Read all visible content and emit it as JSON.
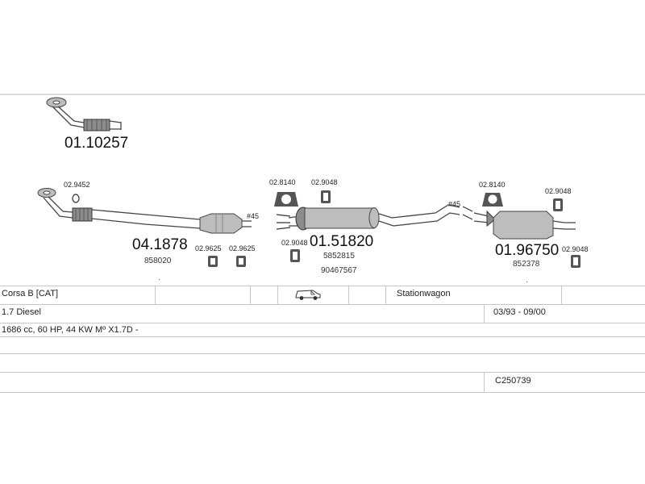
{
  "parts": [
    {
      "id": "p1",
      "number": "01.10257"
    },
    {
      "id": "p2",
      "number": "04.1878",
      "ref": "858020"
    },
    {
      "id": "p3",
      "number": "01.51820",
      "refs": [
        "5852815",
        "90467567"
      ]
    },
    {
      "id": "p4",
      "number": "01.96750",
      "ref": "852378"
    }
  ],
  "small_parts": {
    "gasket_front": "02.9452",
    "clamp_a": "02.9625",
    "clamp_b": "02.9625",
    "hanger_mid_left": "02.8140",
    "hanger_mid_right": "02.9048",
    "hanger_mid_low": "02.9048",
    "hanger_rear_left": "02.8140",
    "hanger_rear_right": "02.9048",
    "hanger_rear_low": "02.9048"
  },
  "connectors": [
    "#45",
    "#45"
  ],
  "vehicle": {
    "model": "Corsa B  [CAT]",
    "body_type": "Stationwagon",
    "engine": "1.7 Diesel",
    "years": "03/93 - 09/00",
    "spec": "1686 cc, 60 HP, 44 KW Mº X1.7D -",
    "code": "C250739"
  },
  "icons": {
    "vehicle_icon": "van-icon"
  }
}
